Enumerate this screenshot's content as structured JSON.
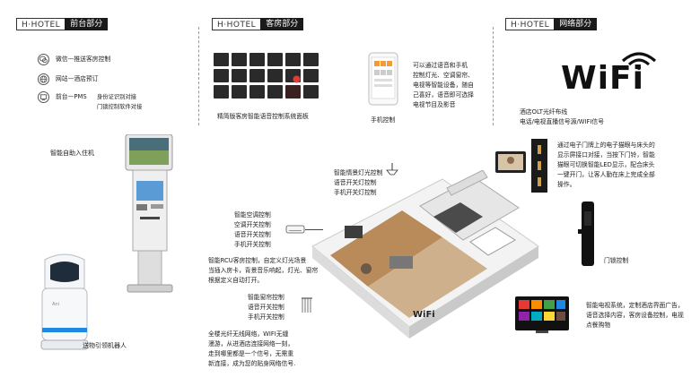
{
  "sections": {
    "front_desk": {
      "brand": "H·HOTEL",
      "name": "前台部分"
    },
    "guest_room": {
      "brand": "H·HOTEL",
      "name": "客房部分"
    },
    "network": {
      "brand": "H·HOTEL",
      "name": "网络部分"
    }
  },
  "front_desk": {
    "features": [
      {
        "icon": "wechat-icon",
        "label": "微信—推送客房控制"
      },
      {
        "icon": "globe-icon",
        "label": "网站—酒店预订"
      },
      {
        "icon": "pms-icon",
        "label": "前台—PMS"
      }
    ],
    "pms_desc_1": "身份证识别对接",
    "pms_desc_2": "门锁控制软件对接",
    "kiosk_label": "智能自助入住机",
    "robot_label": "送物引领机器人",
    "robot_badge": "Ani"
  },
  "guest_room": {
    "panel_caption": "精简版客房智能语音控制系统面板",
    "phone_caption": "手机控制",
    "phone_desc": [
      "可以通过语音和手机",
      "控制灯光、空调窗帘、",
      "电视等智能设备，随自",
      "己喜好，语音即可选择",
      "电视节目及影音"
    ]
  },
  "network": {
    "wifi_word": "WiFi",
    "olt_lines": [
      "酒店OLT光纤布线",
      "电话/电视直播信号源/WIFI信号"
    ]
  },
  "callouts": {
    "light": [
      "智能情景灯光控制",
      "语音开关灯控制",
      "手机开关灯控制"
    ],
    "ac": [
      "智能空调控制",
      "空调开关控制",
      "语音开关控制",
      "手机开关控制"
    ],
    "rcu": [
      "智能RCU客房控制，自定义灯光场景",
      "当插入房卡，背景音乐响起，灯光、窗帘",
      "根据定义自动打开。"
    ],
    "curtain": [
      "智能窗帘控制",
      "语音开关控制",
      "手机开关控制"
    ],
    "wifi_cover": [
      "全楼光纤无线网络，WIFI无缝",
      "漫游，从进酒店连接网络一刻，",
      "走到哪里都是一个信号，无需重",
      "新连接，成为您的贴身网络信号."
    ],
    "doorbell": [
      "通过电子门牌上的电子猫眼与床头的",
      "显示屏接口对接，当按下门铃，智能",
      "猫眼可切换智能LED显示，配合床头",
      "一键开门，让客人勤在床上完成全部",
      "操作。"
    ],
    "door_lock": "门锁控制",
    "tv": [
      "智能电视系统，定制酒店界面广告，",
      "语音选择内容，客房设备控制，电视",
      "点餐购物"
    ],
    "floor_wifi": "WiFi"
  },
  "colors": {
    "dark": "#1a1a1a",
    "accent_blue": "#1e88e5",
    "wood": "#b98a5a"
  }
}
